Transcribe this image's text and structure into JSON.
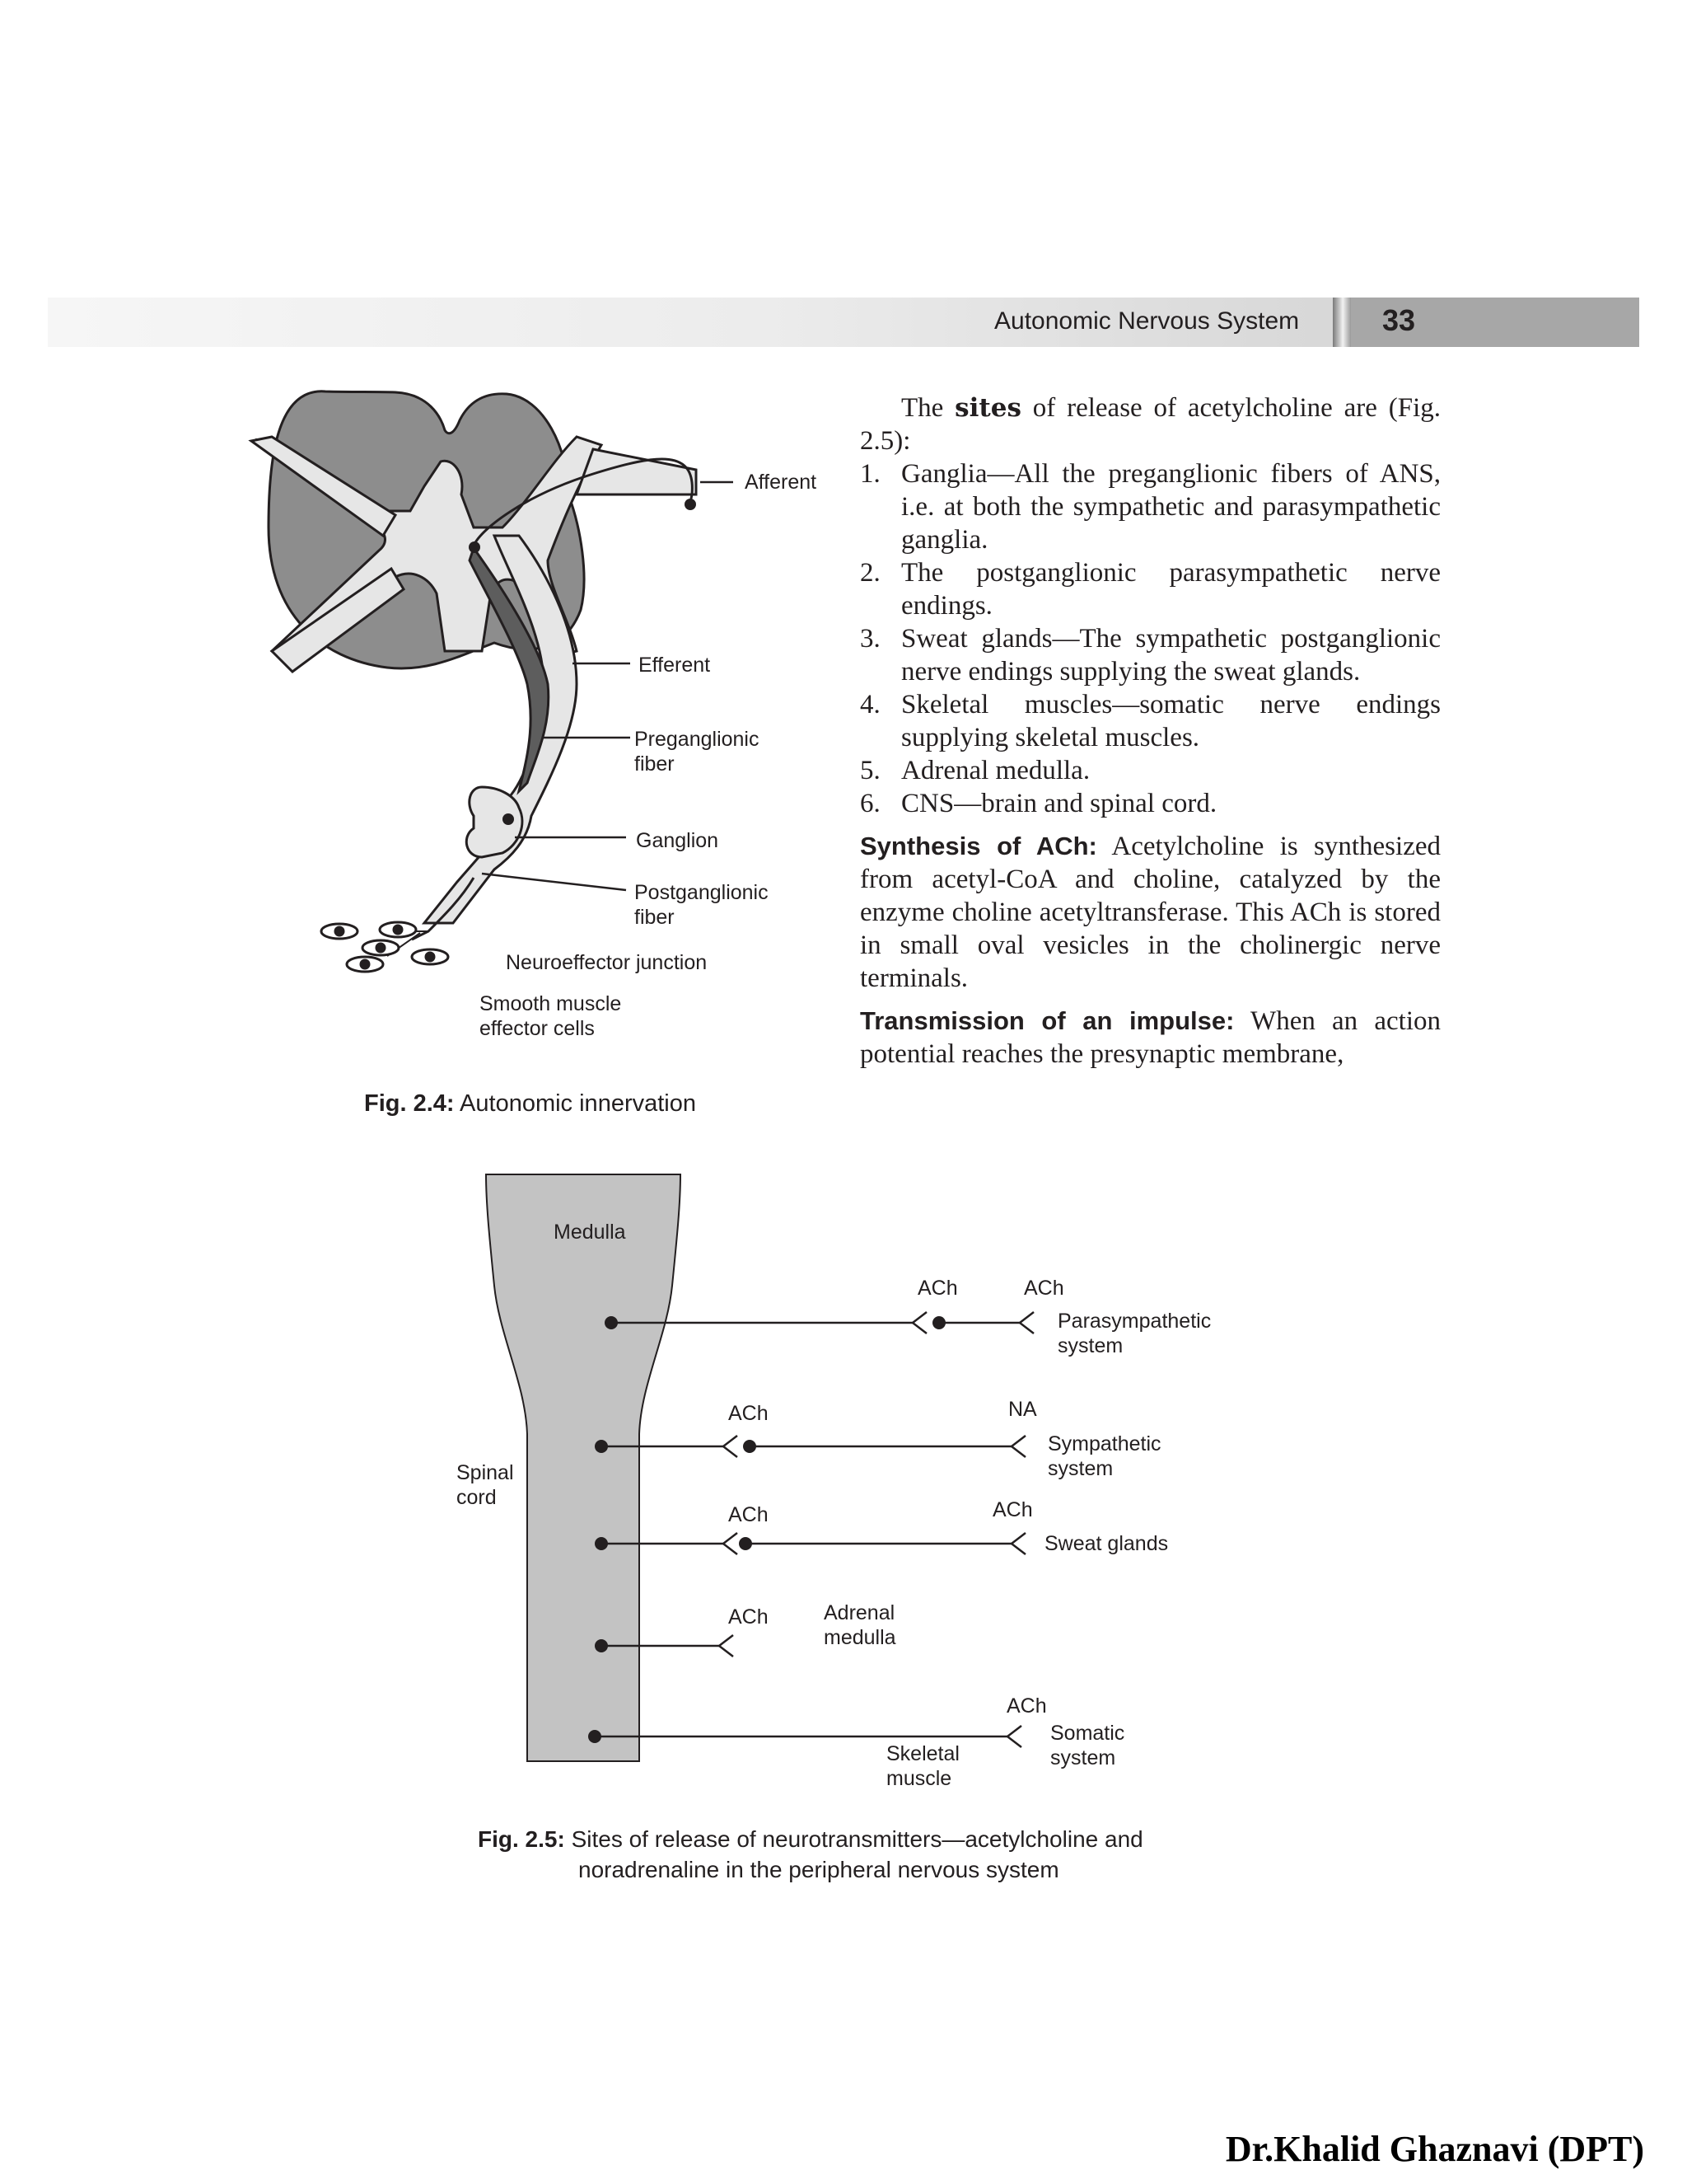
{
  "header": {
    "title": "Autonomic Nervous System",
    "page_number": "33"
  },
  "fig24": {
    "labels": {
      "afferent": "Afferent",
      "efferent": "Efferent",
      "preganglionic_1": "Preganglionic",
      "preganglionic_2": "fiber",
      "ganglion": "Ganglion",
      "postganglionic_1": "Postganglionic",
      "postganglionic_2": "fiber",
      "neuroeffector": "Neuroeffector junction",
      "smooth_1": "Smooth muscle",
      "smooth_2": "effector cells"
    },
    "caption_num": "Fig. 2.4:",
    "caption_text": "Autonomic innervation"
  },
  "body": {
    "intro_1": "The",
    "intro_bold": "sites",
    "intro_2": "of release of acetylcholine are (Fig. 2.5):",
    "sites": [
      {
        "num": "1.",
        "text": "Ganglia—All the preganglionic fibers of ANS, i.e. at both the sympathetic and parasympathetic ganglia."
      },
      {
        "num": "2.",
        "text": "The postganglionic parasympathetic nerve endings."
      },
      {
        "num": "3.",
        "text": "Sweat glands—The sympathetic postganglionic nerve endings supplying the sweat glands."
      },
      {
        "num": "4.",
        "text": "Skeletal muscles—somatic nerve endings supplying skeletal muscles."
      },
      {
        "num": "5.",
        "text": "Adrenal medulla."
      },
      {
        "num": "6.",
        "text": "CNS—brain and spinal cord."
      }
    ],
    "synthesis_head": "Synthesis of ACh:",
    "synthesis_text": "Acetylcholine is synthesized from acetyl-CoA and choline, catalyzed by the enzyme choline acetyltransferase. This ACh is stored in small oval vesicles in the cholinergic nerve terminals.",
    "transmission_head": "Transmission of an impulse:",
    "transmission_text": "When an action potential reaches the presynaptic membrane,"
  },
  "fig25": {
    "medulla": "Medulla",
    "spinal_1": "Spinal",
    "spinal_2": "cord",
    "ach": "ACh",
    "na": "NA",
    "parasym_1": "Parasympathetic",
    "parasym_2": "system",
    "sym_1": "Sympathetic",
    "sym_2": "system",
    "sweat": "Sweat glands",
    "adrenal_1": "Adrenal",
    "adrenal_2": "medulla",
    "skeletal_1": "Skeletal",
    "skeletal_2": "muscle",
    "somatic_1": "Somatic",
    "somatic_2": "system",
    "caption_num": "Fig. 2.5:",
    "caption_line1": "Sites of release of neurotransmitters—acetylcholine and",
    "caption_line2": "noradrenaline in the peripheral nervous system"
  },
  "watermark": "Dr.Khalid Ghaznavi (DPT)"
}
